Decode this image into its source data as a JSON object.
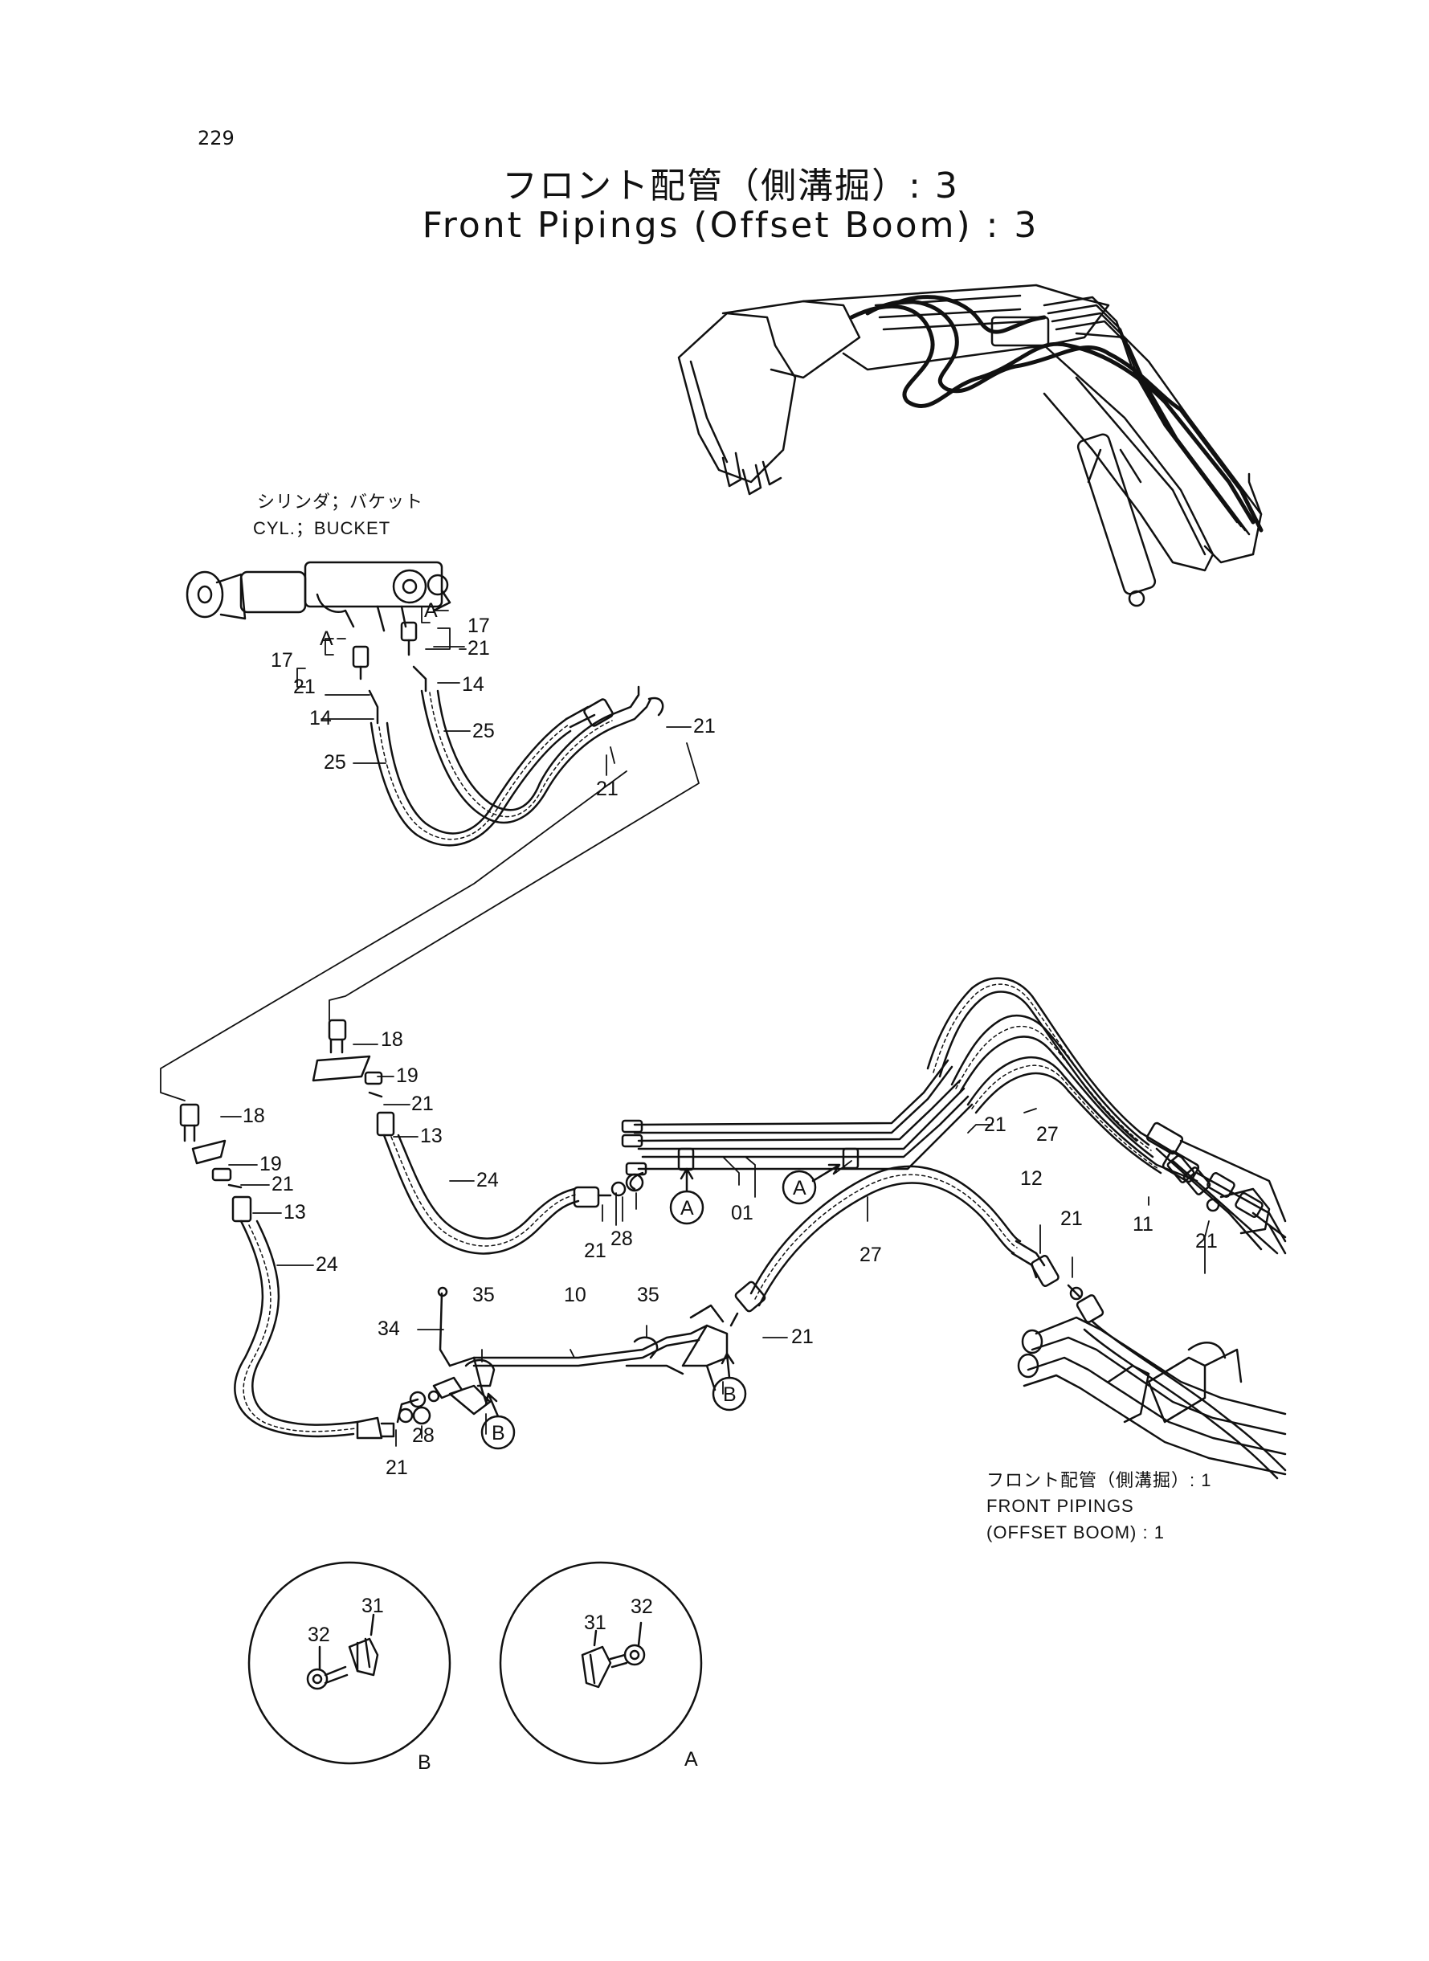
{
  "page_number": "229",
  "title": {
    "japanese": "フロント配管（側溝掘）: 3",
    "english": "Front Pipings (Offset Boom) : 3"
  },
  "notes": {
    "cylinder_ja": "シリンダ；バケット",
    "cylinder_en": "CYL.；BUCKET",
    "ref_ja": "フロント配管（側溝掘）: 1",
    "ref_en_1": "FRONT PIPINGS",
    "ref_en_2": "(OFFSET BOOM) : 1"
  },
  "callouts": {
    "a": "A",
    "b": "B"
  },
  "part_numbers": {
    "p01": "01",
    "p10": "10",
    "p11": "11",
    "p12": "12",
    "p13": "13",
    "p14": "14",
    "p17": "17",
    "p18": "18",
    "p19": "19",
    "p21": "21",
    "p24": "24",
    "p25": "25",
    "p27": "27",
    "p28": "28",
    "p31": "31",
    "p32": "32",
    "p34": "34",
    "p35": "35"
  }
}
